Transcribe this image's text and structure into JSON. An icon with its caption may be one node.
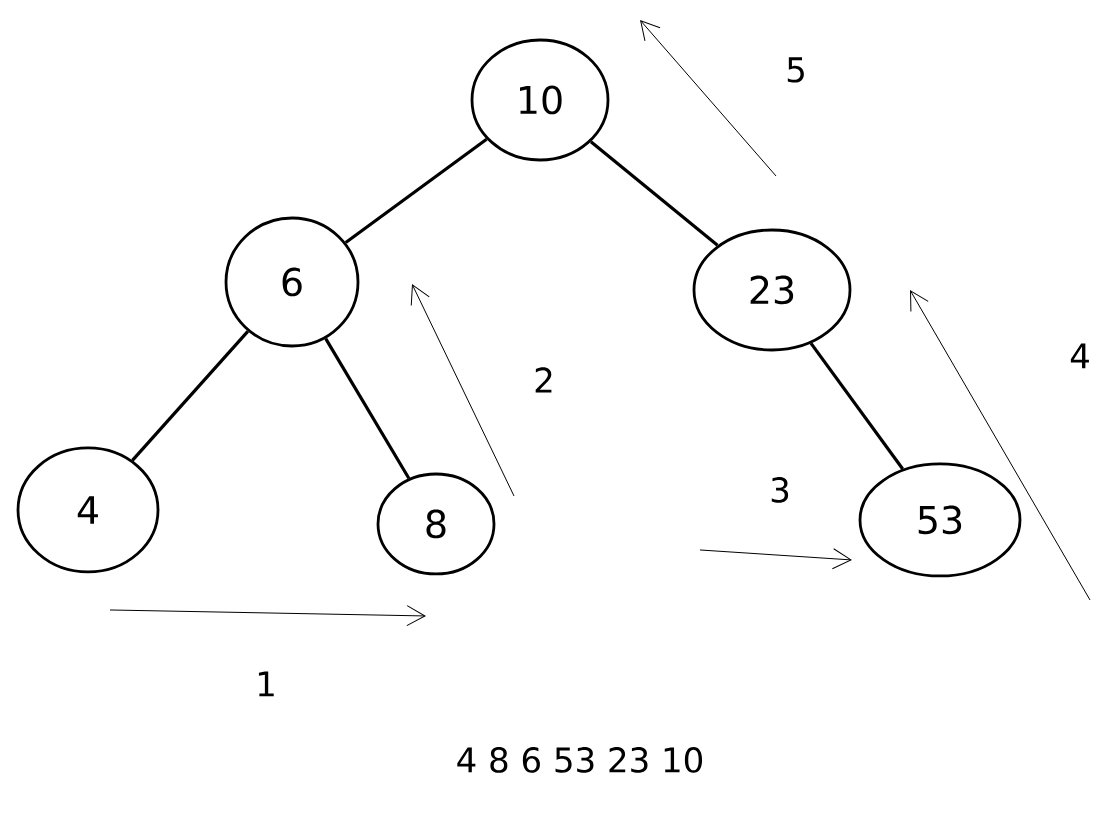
{
  "diagram": {
    "nodes": [
      {
        "text": [
          "10"
        ]
      },
      {
        "text": [
          "6"
        ]
      },
      {
        "text": [
          "23"
        ]
      },
      {
        "text": [
          "4"
        ]
      },
      {
        "text": [
          "8"
        ]
      },
      {
        "text": [
          "53"
        ]
      }
    ],
    "edges": [
      {
        "from": 0,
        "to": 1,
        "arrow": "none"
      },
      {
        "from": 0,
        "to": 2,
        "arrow": "none"
      },
      {
        "from": 1,
        "to": 3,
        "arrow": "none"
      },
      {
        "from": 1,
        "to": 4,
        "arrow": "none"
      },
      {
        "from": 2,
        "to": 5,
        "arrow": "none"
      }
    ],
    "labels": [
      "5",
      "4",
      "2",
      "3",
      "1",
      "4 8 6 53 23 10"
    ]
  }
}
